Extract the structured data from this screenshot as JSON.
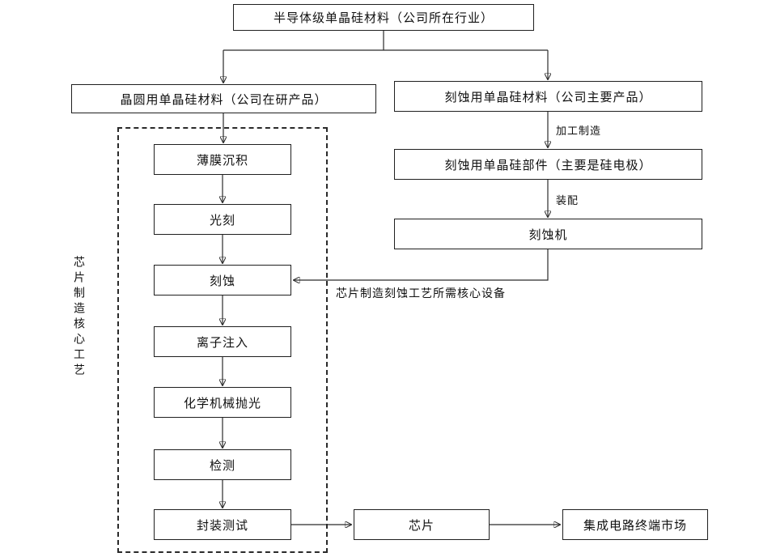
{
  "diagram": {
    "root": "半导体级单晶硅材料（公司所在行业）",
    "left_branch": {
      "title": "晶圆用单晶硅材料（公司在研产品）",
      "process_label": "芯片制造核心工艺",
      "steps": [
        "薄膜沉积",
        "光刻",
        "刻蚀",
        "离子注入",
        "化学机械抛光",
        "检测",
        "封装测试"
      ]
    },
    "right_branch": {
      "title": "刻蚀用单晶硅材料（公司主要产品）",
      "edge1_label": "加工制造",
      "node2": "刻蚀用单晶硅部件（主要是硅电极）",
      "edge2_label": "装配",
      "node3": "刻蚀机",
      "to_etch_label": "芯片制造刻蚀工艺所需核心设备"
    },
    "bottom": {
      "chip": "芯片",
      "market": "集成电路终端市场"
    }
  }
}
